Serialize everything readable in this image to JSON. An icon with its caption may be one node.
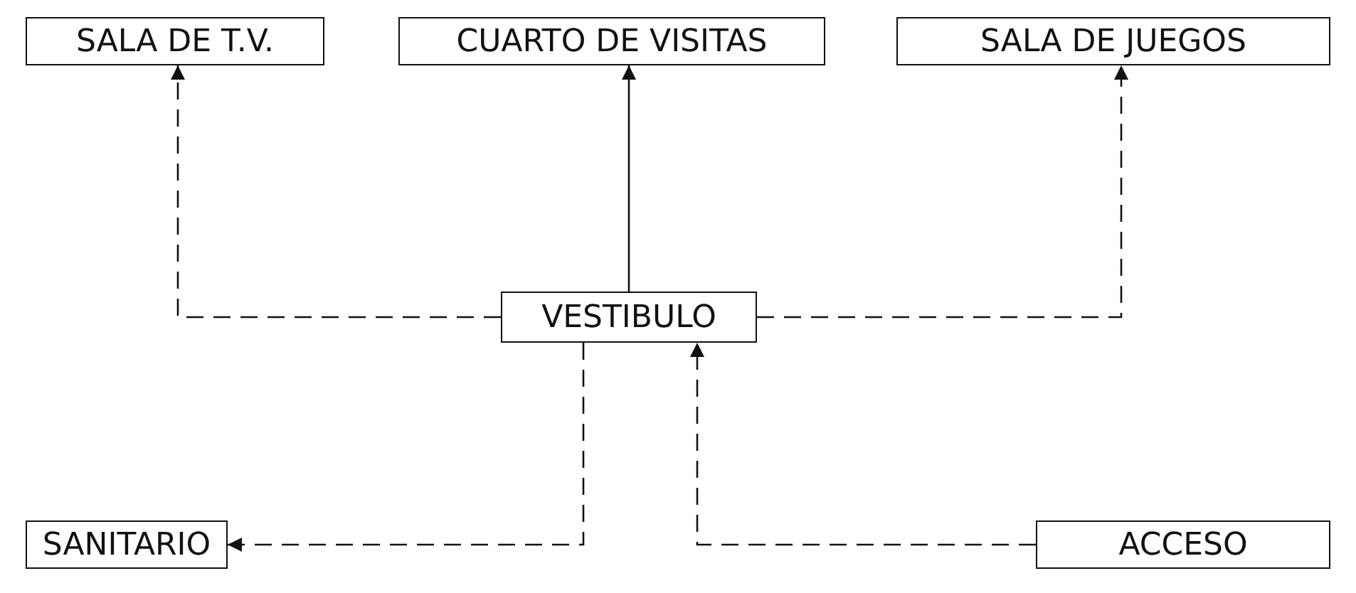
{
  "diagram": {
    "nodes": [
      {
        "text": [
          "SALA DE T.V."
        ]
      },
      {
        "text": [
          "CUARTO DE VISITAS"
        ]
      },
      {
        "text": [
          "SALA DE JUEGOS"
        ]
      },
      {
        "text": [
          "VESTIBULO"
        ]
      },
      {
        "text": [
          "SANITARIO"
        ]
      },
      {
        "text": [
          "ACCESO"
        ]
      }
    ],
    "edges": [
      {
        "from": 3,
        "to": 0,
        "arrow": "to",
        "style": "dashed"
      },
      {
        "from": 3,
        "to": 1,
        "arrow": "to"
      },
      {
        "from": 3,
        "to": 2,
        "arrow": "to",
        "style": "dashed"
      },
      {
        "from": 3,
        "to": 4,
        "arrow": "to",
        "style": "dashed"
      },
      {
        "from": 5,
        "to": 3,
        "arrow": "to",
        "style": "dashed"
      }
    ]
  }
}
